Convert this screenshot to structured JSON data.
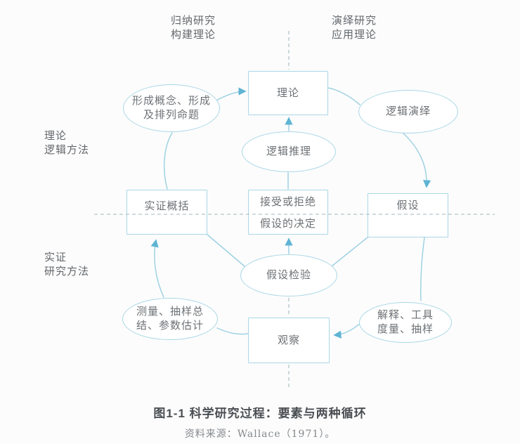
{
  "labels": {
    "top_left": {
      "line1": "归纳研究",
      "line2": "构建理论"
    },
    "top_right": {
      "line1": "演绎研究",
      "line2": "应用理论"
    },
    "left_upper": {
      "line1": "理论",
      "line2": "逻辑方法"
    },
    "left_lower": {
      "line1": "实证",
      "line2": "研究方法"
    }
  },
  "nodes": {
    "theory": {
      "label": "理论"
    },
    "concept_formation": {
      "line1": "形成概念、形成",
      "line2": "及排列命题"
    },
    "logical_deduction": {
      "label": "逻辑演绎"
    },
    "logical_inference": {
      "label": "逻辑推理"
    },
    "empirical_generalization": {
      "label": "实证概括"
    },
    "decision": {
      "line1": "接受或拒绝",
      "line2": "假设的决定"
    },
    "hypothesis": {
      "label": "假设"
    },
    "hypothesis_testing": {
      "label": "假设检验"
    },
    "measurement": {
      "line1": "测量、抽样总",
      "line2": "结、参数估计"
    },
    "interpretation": {
      "line1": "解释、工具",
      "line2": "度量、抽样"
    },
    "observation": {
      "label": "观察"
    }
  },
  "caption": {
    "title": "图1-1 科学研究过程：要素与两种循环",
    "source": "资料来源：Wallace（1971）。"
  },
  "colors": {
    "connector": "#9fd2e3",
    "arrowhead": "#5fb4d4",
    "dashed_line": "#b3c5c9",
    "node_border": "#a9d7e6",
    "node_text": "#6d7175",
    "caption_text": "#4b4f53",
    "source_text": "#85898d"
  }
}
